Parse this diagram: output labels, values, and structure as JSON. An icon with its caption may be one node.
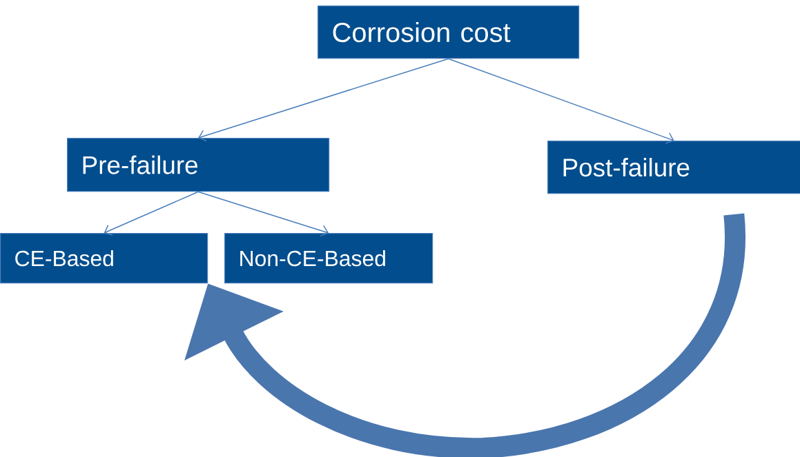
{
  "diagram": {
    "nodes": [
      {
        "text": [
          "Corrosion cost"
        ]
      },
      {
        "text": [
          "Pre-failure"
        ]
      },
      {
        "text": [
          "Post-failure"
        ]
      },
      {
        "text": [
          "CE-Based"
        ]
      },
      {
        "text": [
          "Non-CE-Based"
        ]
      }
    ],
    "edges": [
      {
        "from": 0,
        "to": 1,
        "arrow": "to"
      },
      {
        "from": 0,
        "to": 2,
        "arrow": "to"
      },
      {
        "from": 1,
        "to": 3,
        "arrow": "to"
      },
      {
        "from": 1,
        "to": 4,
        "arrow": "to"
      },
      {
        "from": 2,
        "to": 3,
        "arrow": "to",
        "style": "thick"
      }
    ]
  }
}
